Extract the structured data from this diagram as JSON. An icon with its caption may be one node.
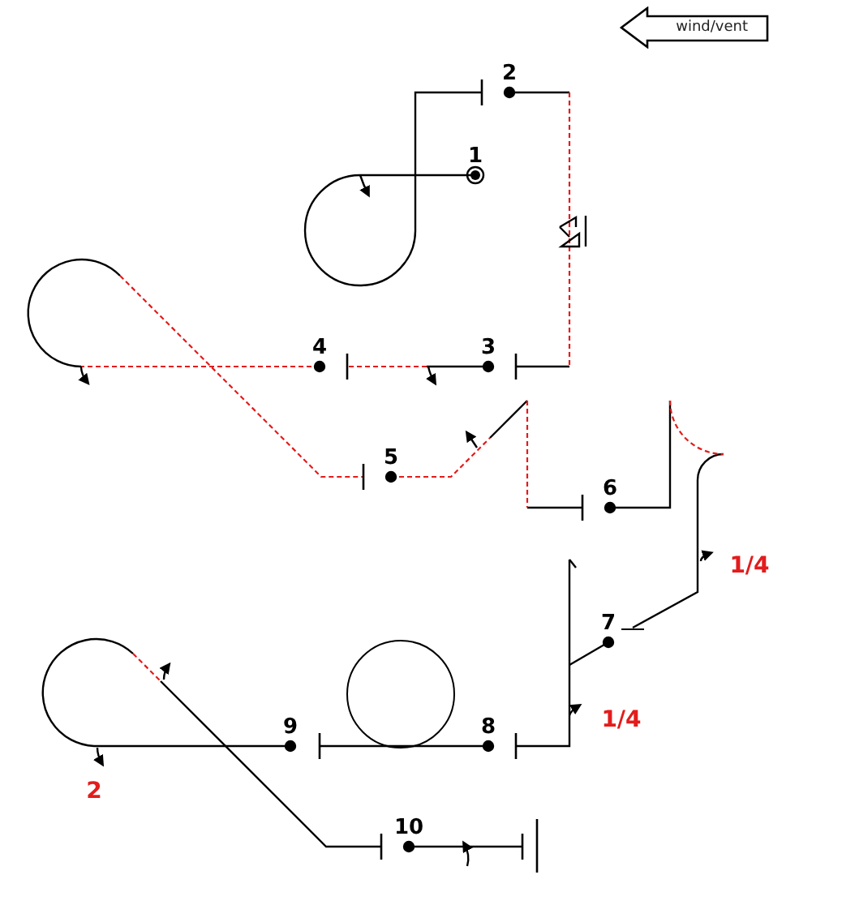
{
  "diagram": {
    "nodes": [
      {
        "text": [
          "wind/vent"
        ]
      }
    ],
    "labels": [
      "2",
      "1",
      "4",
      "3",
      "5",
      "6",
      "1/4",
      "7",
      "1/4",
      "9",
      "8",
      "2",
      "10"
    ]
  }
}
